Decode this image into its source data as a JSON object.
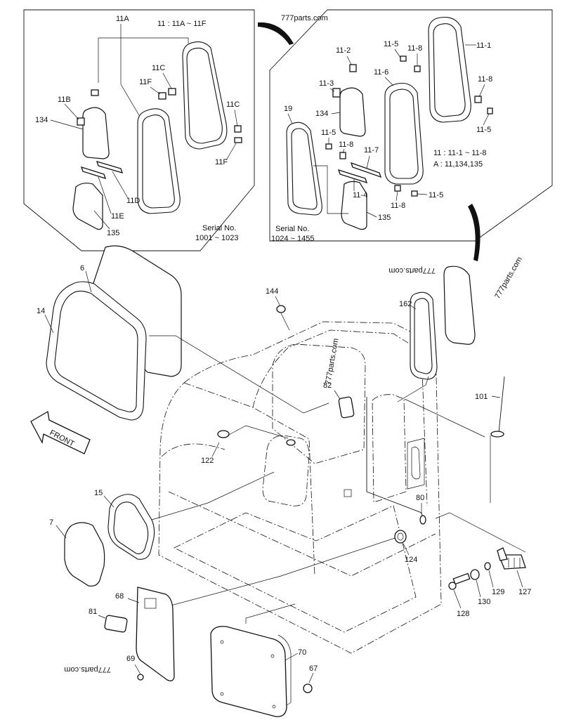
{
  "watermarks": [
    "777parts.com",
    "777parts.com",
    "777parts.com",
    "777parts.com",
    "777parts.com"
  ],
  "front_arrow_label": "FRONT",
  "inset_left": {
    "note": "11 : 11A ~ 11F",
    "serial_title": "Serial No.",
    "serial_range": "1001 ~ 1023",
    "labels": [
      "11A",
      "11C",
      "11F",
      "11B",
      "11C",
      "134",
      "11F",
      "11D",
      "11E",
      "135"
    ]
  },
  "inset_right": {
    "note_1": "11 : 11-1 ~ 11-8",
    "note_2": "A : 11,134,135",
    "serial_title": "Serial No.",
    "serial_range": "1024 ~ 1455",
    "labels": [
      "11-5",
      "11-8",
      "11-1",
      "11-2",
      "11-6",
      "11-3",
      "11-8",
      "134",
      "19",
      "11-5",
      "11-5",
      "11-8",
      "11-7",
      "11-4",
      "11-5",
      "11-8",
      "135"
    ]
  },
  "main_labels": [
    "6",
    "14",
    "144",
    "162",
    "82",
    "101",
    "122",
    "15",
    "7",
    "80",
    "124",
    "68",
    "81",
    "69",
    "70",
    "67",
    "127",
    "129",
    "130",
    "128"
  ]
}
